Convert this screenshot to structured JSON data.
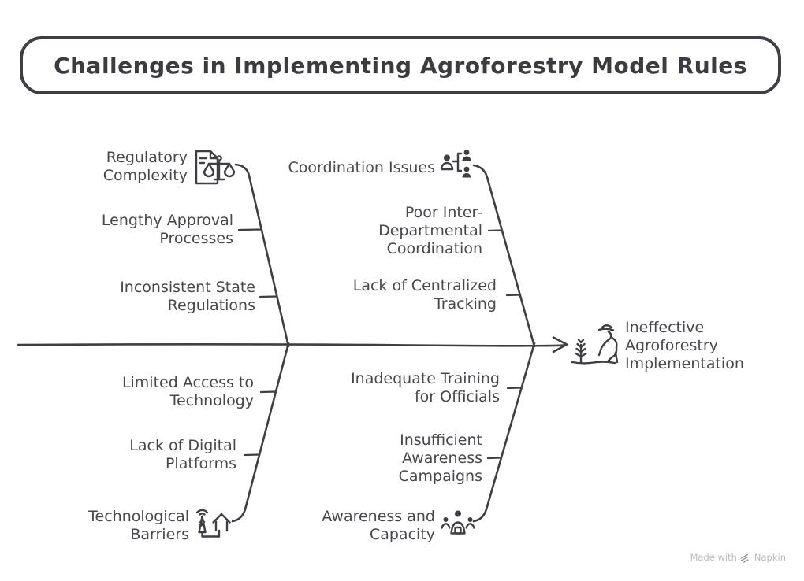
{
  "title": "Challenges in Implementing Agroforestry Model Rules",
  "effect": {
    "label": "Ineffective\nAgroforestry\nImplementation",
    "icon": "farmer-planting-icon"
  },
  "causes": [
    {
      "id": "regulatory-complexity",
      "position": "top-left",
      "label": "Regulatory\nComplexity",
      "icon": "document-scales-icon",
      "subcauses": [
        "Lengthy Approval\nProcesses",
        "Inconsistent State\nRegulations"
      ]
    },
    {
      "id": "coordination-issues",
      "position": "top-right",
      "label": "Coordination Issues",
      "icon": "org-hierarchy-icon",
      "subcauses": [
        "Poor Inter-\nDepartmental\nCoordination",
        "Lack of Centralized\nTracking"
      ]
    },
    {
      "id": "technological-barriers",
      "position": "bottom-left",
      "label": "Technological\nBarriers",
      "icon": "antenna-house-icon",
      "subcauses": [
        "Limited Access to\nTechnology",
        "Lack of Digital\nPlatforms"
      ]
    },
    {
      "id": "awareness-capacity",
      "position": "bottom-right",
      "label": "Awareness and\nCapacity",
      "icon": "people-group-icon",
      "subcauses": [
        "Inadequate Training\nfor Officials",
        "Insufficient\nAwareness\nCampaigns"
      ]
    }
  ],
  "watermark": {
    "prefix": "Made with",
    "brand": "Napkin",
    "icon": "napkin-logo-icon"
  },
  "colors": {
    "line": "#3e3e44",
    "text": "#47474d",
    "title_text": "#3b3b41",
    "watermark_text": "#b7bac0",
    "background": "#ffffff"
  }
}
